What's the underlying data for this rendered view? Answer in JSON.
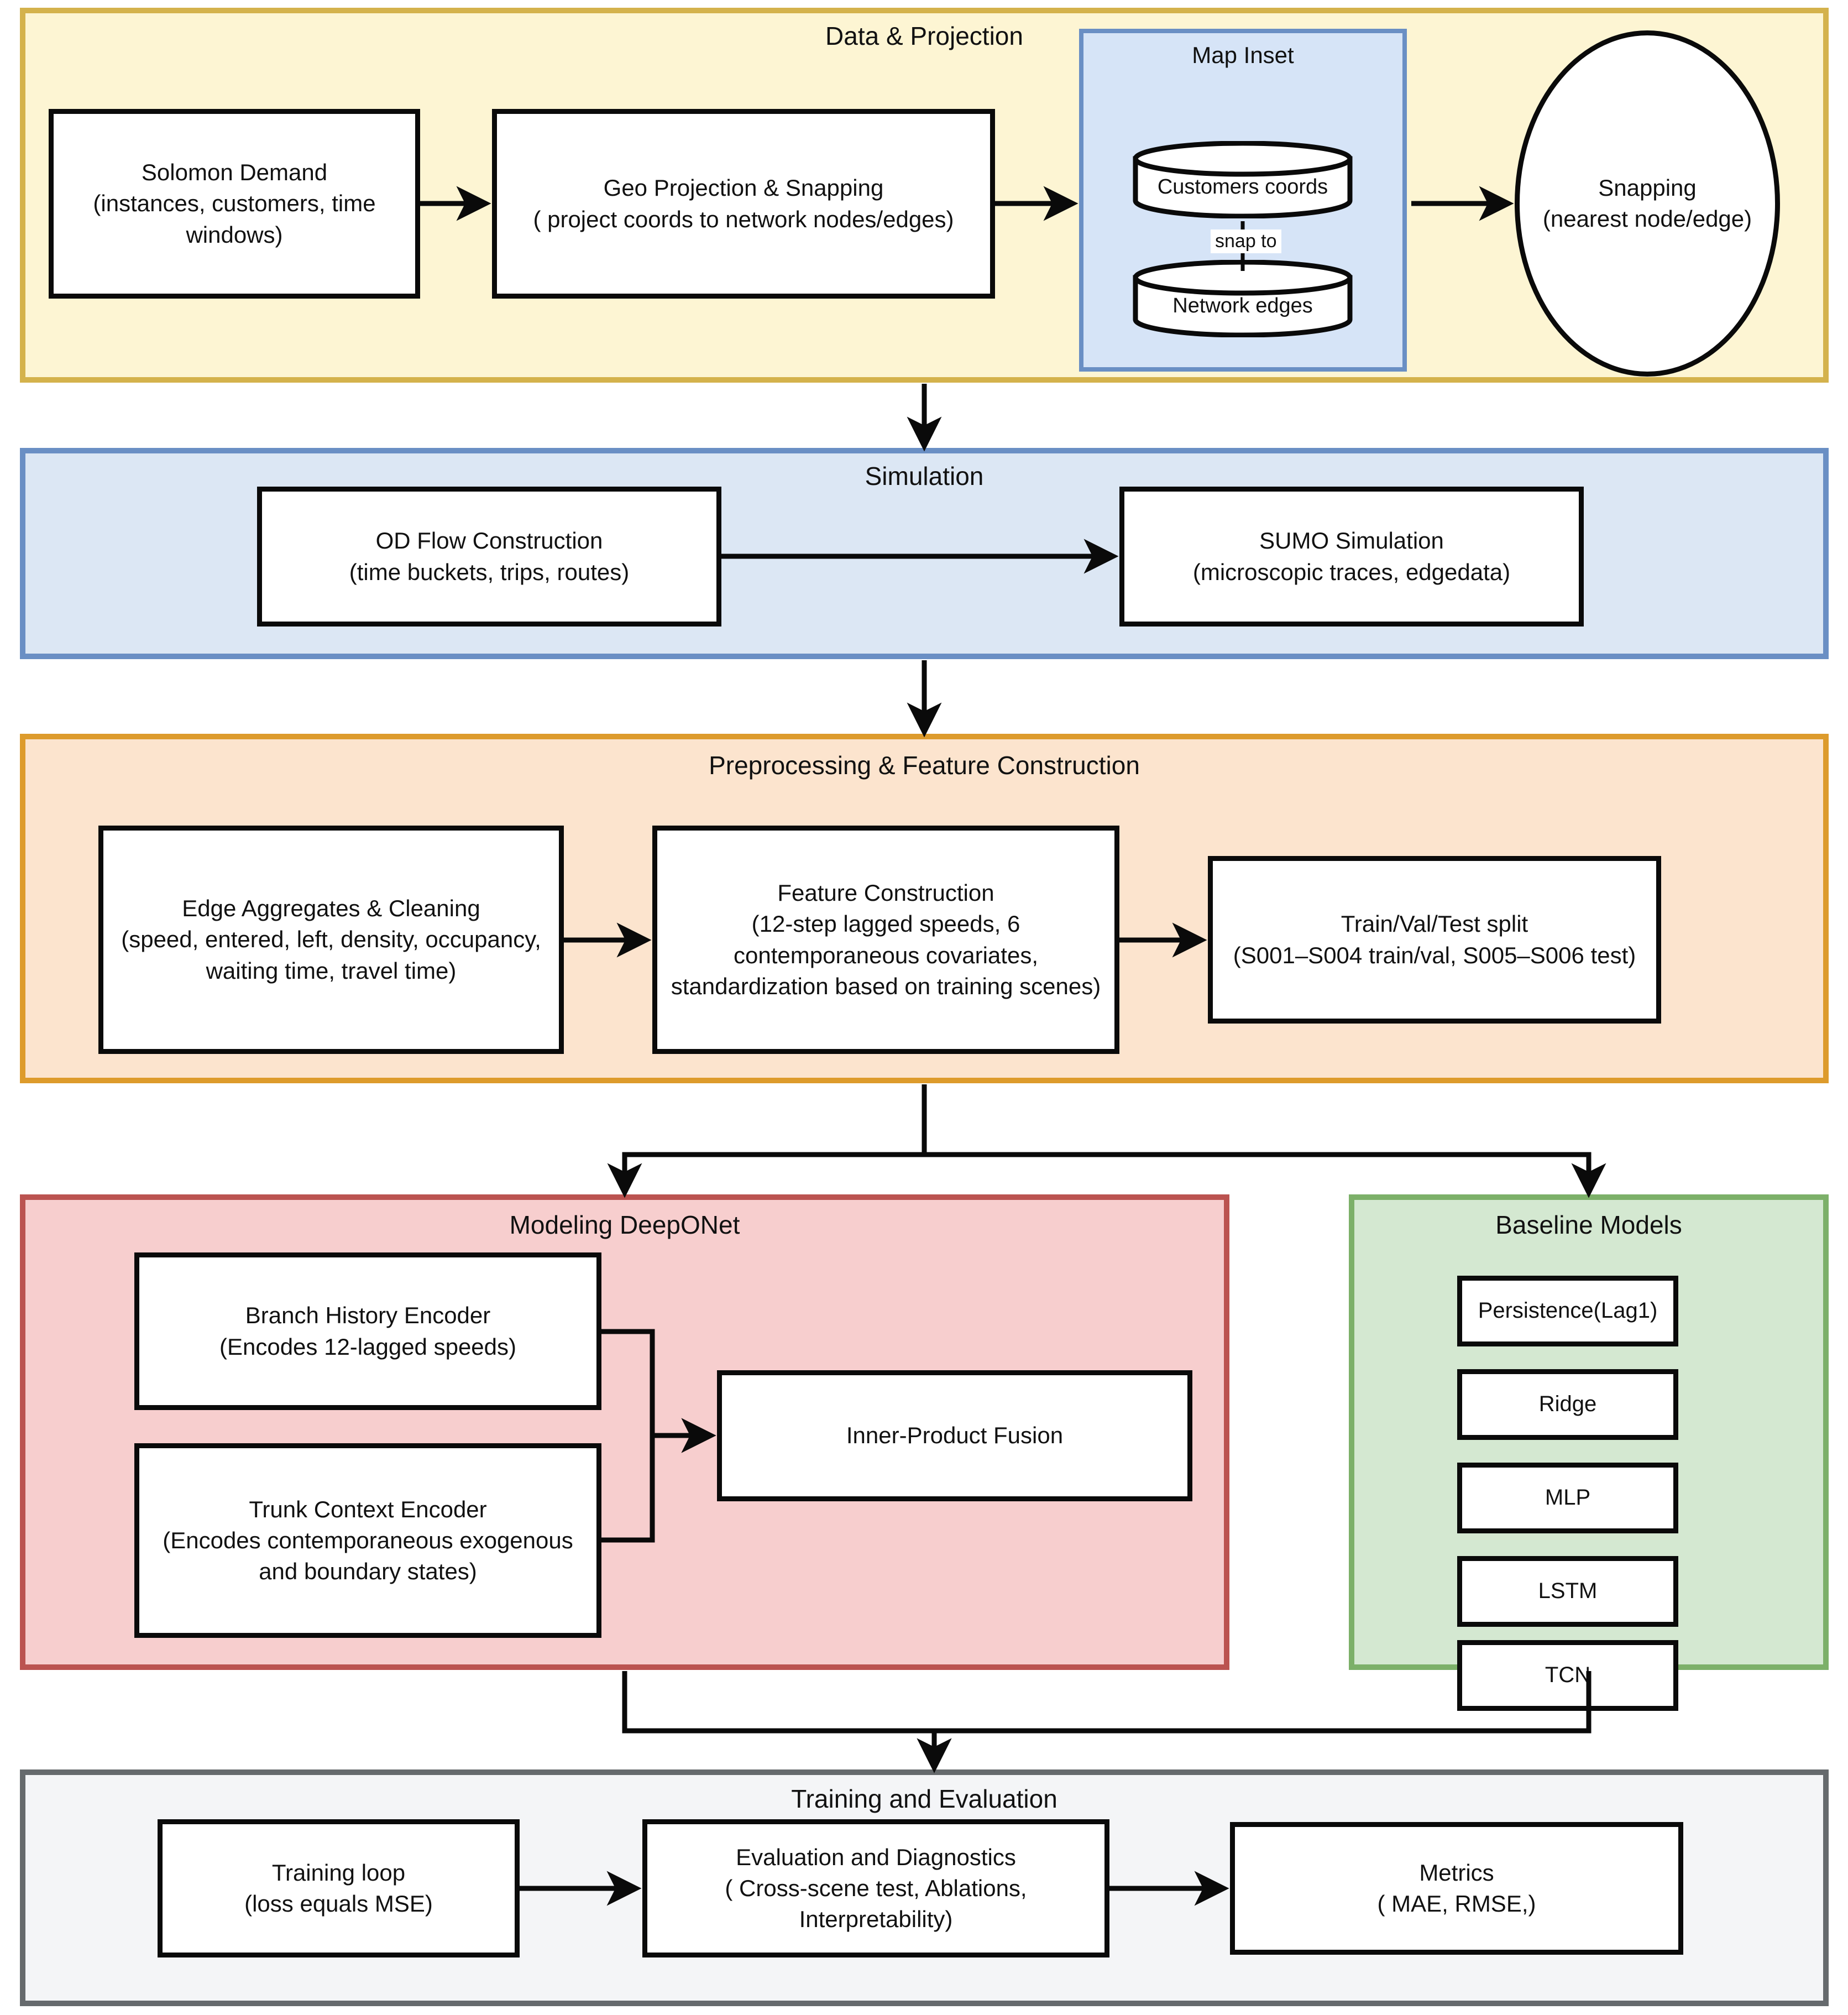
{
  "diagram": {
    "title": "Traffic speed prediction pipeline flowchart",
    "colors": {
      "yellow_fill": "#FDF5D3",
      "yellow_border": "#D4B24C",
      "blue_fill": "#DCE7F4",
      "blue_border": "#6A8FC4",
      "orange_fill": "#FCE4CE",
      "orange_border": "#DD9B2C",
      "red_fill": "#F7CECE",
      "red_border": "#BB5350",
      "green_fill": "#D4E8D1",
      "green_border": "#7CB069",
      "gray_fill": "#F4F5F7",
      "gray_border": "#666A6D",
      "inset_fill": "#D6E4F7",
      "node_border": "#0a0a0a"
    }
  },
  "sections": {
    "data_projection": {
      "title": "Data & Projection",
      "nodes": {
        "solomon_demand": "Solomon Demand\n(instances, customers, time windows)",
        "geo_projection": "Geo Projection & Snapping\n( project coords to network nodes/edges)",
        "snapping": "Snapping\n(nearest node/edge)"
      },
      "map_inset": {
        "title": "Map Inset",
        "customers_db": "Customers coords",
        "network_db": "Network edges",
        "link_label": "snap to"
      }
    },
    "simulation": {
      "title": "Simulation",
      "nodes": {
        "od_flow": "OD Flow Construction\n(time buckets, trips, routes)",
        "sumo": "SUMO Simulation\n(microscopic traces, edgedata)"
      }
    },
    "preprocessing": {
      "title": "Preprocessing & Feature Construction",
      "nodes": {
        "edge_aggregates": "Edge Aggregates & Cleaning\n(speed, entered, left, density, occupancy, waiting time, travel time)",
        "feature_construction": "Feature Construction\n(12-step lagged speeds, 6 contemporaneous covariates, standardization based on training scenes)",
        "split": "Train/Val/Test split\n(S001–S004 train/val, S005–S006 test)"
      }
    },
    "modeling": {
      "title": "Modeling DeepONet",
      "nodes": {
        "branch_encoder": "Branch History Encoder\n(Encodes 12-lagged speeds)",
        "trunk_encoder": "Trunk Context Encoder\n(Encodes contemporaneous exogenous and boundary states)",
        "fusion": "Inner-Product Fusion"
      }
    },
    "baselines": {
      "title": "Baseline Models",
      "items": [
        "Persistence(Lag1)",
        "Ridge",
        "MLP",
        "LSTM",
        "TCN"
      ]
    },
    "training_eval": {
      "title": "Training and Evaluation",
      "nodes": {
        "training_loop": "Training loop\n(loss equals MSE)",
        "evaluation": "Evaluation and Diagnostics\n( Cross-scene test, Ablations, Interpretability)",
        "metrics": "Metrics\n( MAE, RMSE,)"
      }
    }
  }
}
